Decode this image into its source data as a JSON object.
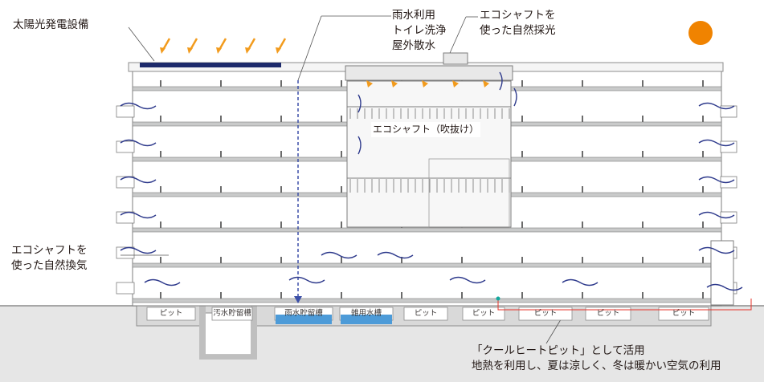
{
  "labels": {
    "solar": "太陽光発電設備",
    "rain": [
      "雨水利用",
      "トイレ洗浄",
      "屋外散水"
    ],
    "light": [
      "エコシャフトを",
      "使った自然採光"
    ],
    "eco_shaft": "エコシャフト（吹抜け）",
    "vent": [
      "エコシャフトを",
      "使った自然換気"
    ],
    "pit": [
      "「クールヒートピット」として活用",
      "地熱を利用し、夏は涼しく、冬は暖かい空気の利用"
    ]
  },
  "pits": [
    "ピット",
    "汚水貯留槽",
    "雨水貯留槽",
    "雑用水槽",
    "ピット",
    "ピット",
    "ピット",
    "ピット",
    "ピット"
  ],
  "colors": {
    "sun": "#f08300",
    "arrow": "#f29b1d",
    "solar_panel": "#1d2a6b",
    "rain_line": "#3b4fa8",
    "water": "#4d9bd8",
    "air": "#2e3a8c",
    "ground": "#e6e6e6",
    "slab": "#9fa0a0"
  }
}
